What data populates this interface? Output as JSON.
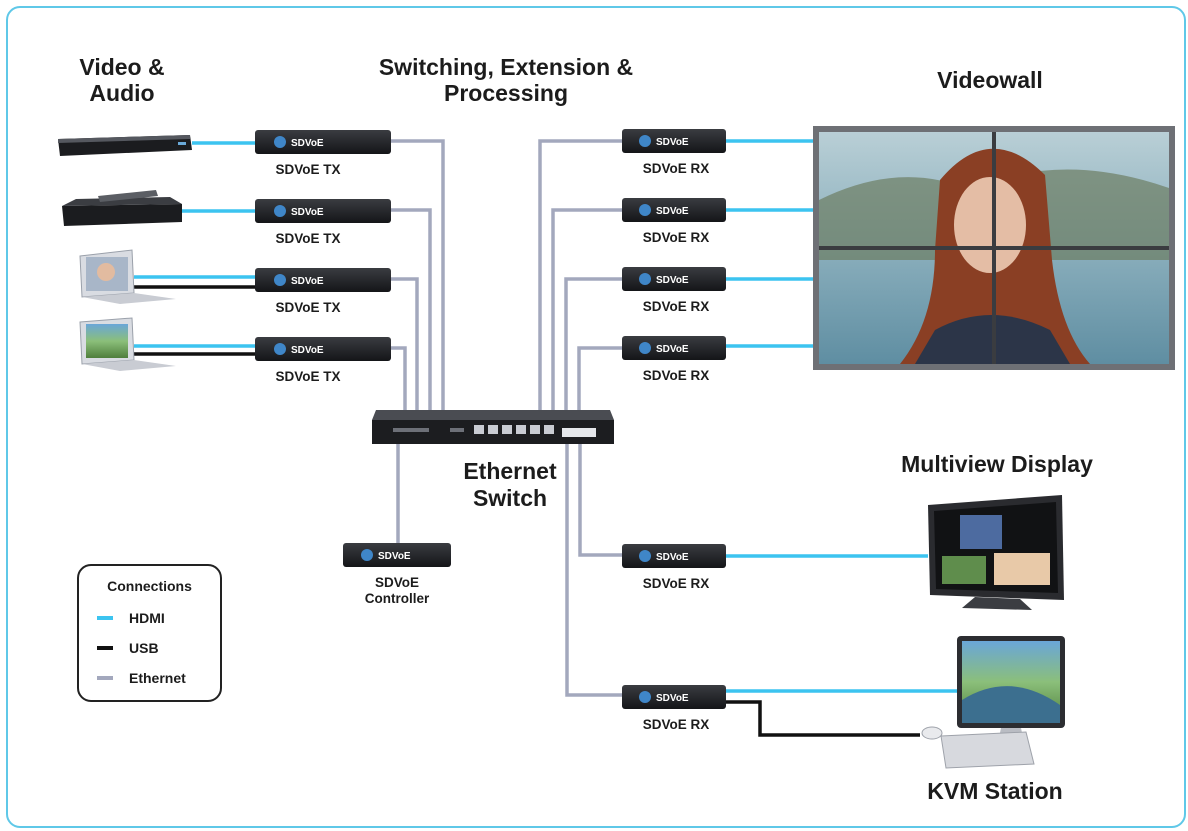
{
  "headings": {
    "video_audio": "Video & Audio",
    "switching": "Switching, Extension & Processing",
    "videowall": "Videowall",
    "multiview": "Multiview Display",
    "kvm": "KVM Station"
  },
  "transmitters": [
    {
      "label": "SDVoE TX",
      "badge": "SDVoE"
    },
    {
      "label": "SDVoE TX",
      "badge": "SDVoE"
    },
    {
      "label": "SDVoE TX",
      "badge": "SDVoE"
    },
    {
      "label": "SDVoE TX",
      "badge": "SDVoE"
    }
  ],
  "receivers": [
    {
      "label": "SDVoE RX",
      "badge": "SDVoE"
    },
    {
      "label": "SDVoE RX",
      "badge": "SDVoE"
    },
    {
      "label": "SDVoE RX",
      "badge": "SDVoE"
    },
    {
      "label": "SDVoE RX",
      "badge": "SDVoE"
    },
    {
      "label": "SDVoE RX",
      "badge": "SDVoE"
    },
    {
      "label": "SDVoE RX",
      "badge": "SDVoE"
    }
  ],
  "controller": {
    "label_line1": "SDVoE",
    "label_line2": "Controller",
    "badge": "SDVoE"
  },
  "switch": {
    "label_line1": "Ethernet",
    "label_line2": "Switch"
  },
  "legend": {
    "title": "Connections",
    "items": [
      {
        "label": "HDMI",
        "color": "#3cc4f0"
      },
      {
        "label": "USB",
        "color": "#111111"
      },
      {
        "label": "Ethernet",
        "color": "#a3a8bd"
      }
    ]
  },
  "colors": {
    "hdmi": "#3cc4f0",
    "usb": "#111111",
    "ethernet": "#a3a8bd",
    "border": "#5fc8e8",
    "device": "#1e1f22"
  }
}
